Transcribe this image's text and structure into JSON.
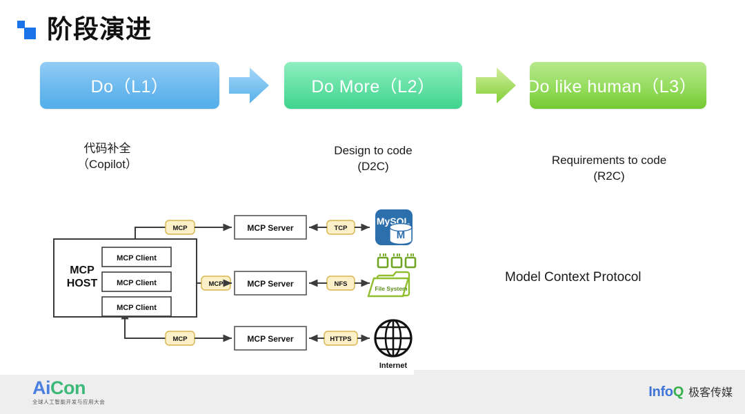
{
  "slide": {
    "title": "阶段演进",
    "logo_color": "#1a73e8"
  },
  "stages": [
    {
      "label": "Do（L1）",
      "caption": "代码补全\n（Copilot）",
      "color_top": "#93ccf5",
      "color_bottom": "#52aee9"
    },
    {
      "label": "Do More（L2）",
      "caption": "Design to code\n(D2C)",
      "color_top": "#8feec0",
      "color_bottom": "#3fd48e"
    },
    {
      "label": "Do like human（L3）",
      "caption": "Requirements to code\n(R2C)",
      "color_top": "#b6e98c",
      "color_bottom": "#74c932"
    }
  ],
  "arrows": [
    {
      "name": "arrow-l1-to-l2",
      "color_top": "#9ed2f6",
      "color_bottom": "#5fb4ec"
    },
    {
      "name": "arrow-l2-to-l3",
      "color_top": "#cdeb9e",
      "color_bottom": "#86d23f"
    }
  ],
  "diagram": {
    "host_label_line1": "MCP",
    "host_label_line2": "HOST",
    "clients": [
      "MCP Client",
      "MCP Client",
      "MCP Client"
    ],
    "servers": [
      "MCP Server",
      "MCP Server",
      "MCP Server"
    ],
    "mcp_link_labels": [
      "MCP",
      "MCP",
      "MCP"
    ],
    "protocol_labels": [
      "TCP",
      "NFS",
      "HTTPS"
    ],
    "resources": [
      {
        "name": "mysql",
        "label": "MySQL",
        "badge": "M",
        "color": "#2c6fad"
      },
      {
        "name": "file-system",
        "label": "File System",
        "color": "#6fa521"
      },
      {
        "name": "internet",
        "label": "Internet",
        "color": "#111111"
      }
    ],
    "link_box_fill": "#fcf0c9",
    "link_box_stroke": "#d8b44a"
  },
  "right_note": "Model Context Protocol",
  "footer": {
    "aicon": {
      "word_a": "Ai",
      "word_c": "Con",
      "subtitle": "全球人工智能开发与应用大会"
    },
    "infoq": {
      "info": "Info",
      "q": "Q",
      "cn": "极客传媒"
    }
  }
}
